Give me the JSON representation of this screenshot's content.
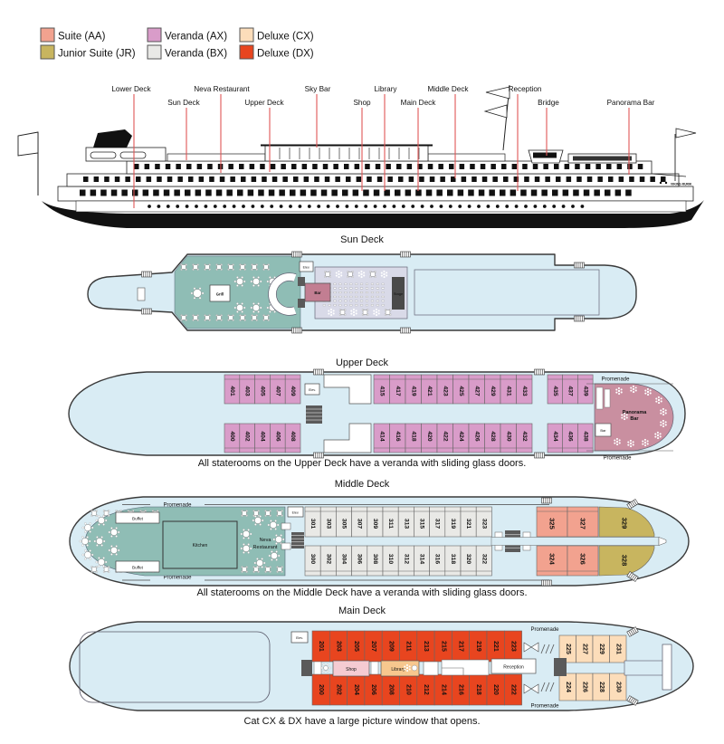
{
  "legend": {
    "items": [
      {
        "label": "Suite (AA)",
        "color": "#F2A28F"
      },
      {
        "label": "Junior Suite (JR)",
        "color": "#C8B55F"
      },
      {
        "label": "Veranda (AX)",
        "color": "#D99CC9"
      },
      {
        "label": "Veranda (BX)",
        "color": "#E9E9E6"
      },
      {
        "label": "Deluxe (CX)",
        "color": "#FCDDBA"
      },
      {
        "label": "Deluxe (DX)",
        "color": "#E8451F"
      }
    ]
  },
  "profile": {
    "ship_name": "VIKING RURIK",
    "labels": [
      "Lower Deck",
      "Sun Deck",
      "Neva Restaurant",
      "Upper Deck",
      "Sky Bar",
      "Shop",
      "Library",
      "Main Deck",
      "Middle Deck",
      "Reception",
      "Bridge",
      "Panorama Bar"
    ]
  },
  "common": {
    "promenade": "Promenade",
    "elevator": "Elev.",
    "bar": "Bar"
  },
  "decks": {
    "sun": {
      "title": "Sun Deck",
      "grill": "Grill",
      "stage": "Stage"
    },
    "upper": {
      "title": "Upper Deck",
      "caption": "All staterooms on the Upper Deck have a veranda with sliding glass doors.",
      "panorama_bar": "Panorama Bar",
      "cabins_forward_top": [
        "401",
        "403",
        "405",
        "407",
        "409"
      ],
      "cabins_forward_bottom": [
        "400",
        "402",
        "404",
        "406",
        "408"
      ],
      "cabins_mid_top": [
        "415",
        "417",
        "419",
        "421",
        "423",
        "425",
        "427",
        "429",
        "431",
        "433"
      ],
      "cabins_mid_bottom": [
        "414",
        "416",
        "418",
        "420",
        "422",
        "424",
        "426",
        "428",
        "430",
        "432"
      ],
      "cabins_aft_top": [
        "435",
        "437",
        "439"
      ],
      "cabins_aft_bottom": [
        "434",
        "436",
        "438"
      ]
    },
    "middle": {
      "title": "Middle Deck",
      "caption": "All staterooms on the Middle Deck have a veranda with sliding glass doors.",
      "buffet": "Buffet",
      "kitchen": "Kitchen",
      "restaurant": "Neva Restaurant",
      "cabins_top": [
        "301",
        "303",
        "305",
        "307",
        "309",
        "311",
        "313",
        "315",
        "317",
        "319",
        "321",
        "323"
      ],
      "cabins_bottom": [
        "300",
        "302",
        "304",
        "306",
        "308",
        "310",
        "312",
        "314",
        "316",
        "318",
        "320",
        "322"
      ],
      "suites_top": [
        "325",
        "327"
      ],
      "suites_bottom": [
        "324",
        "326"
      ],
      "junior_suite_top": "329",
      "junior_suite_bottom": "328"
    },
    "main": {
      "title": "Main Deck",
      "caption": "Cat CX & DX have a large picture window that opens.",
      "shop": "Shop",
      "library": "Library",
      "reception": "Reception",
      "cabins_dx_top": [
        "201",
        "203",
        "205",
        "207",
        "209",
        "211",
        "213",
        "215",
        "217",
        "219",
        "221",
        "223"
      ],
      "cabins_dx_bottom": [
        "200",
        "202",
        "204",
        "206",
        "208",
        "210",
        "212",
        "214",
        "216",
        "218",
        "220",
        "222"
      ],
      "cabins_cx_top": [
        "225",
        "227",
        "229",
        "231"
      ],
      "cabins_cx_bottom": [
        "224",
        "226",
        "228",
        "230"
      ]
    }
  },
  "colors": {
    "aa": "#F2A28F",
    "jr": "#C8B55F",
    "ax": "#D99CC9",
    "bx": "#E9E9E6",
    "cx": "#FCDDBA",
    "dx": "#E8451F",
    "teal": "#8FBDB5",
    "lavender": "#D9DAE8",
    "rose": "#C98FA0",
    "bar_pink": "#C27E92",
    "shop_pink": "#F5CBD2",
    "library_orange": "#F7C78E",
    "hull_fill": "#D9ECF4",
    "hull_stroke": "#3A3A3A",
    "red_line": "#E05555"
  }
}
